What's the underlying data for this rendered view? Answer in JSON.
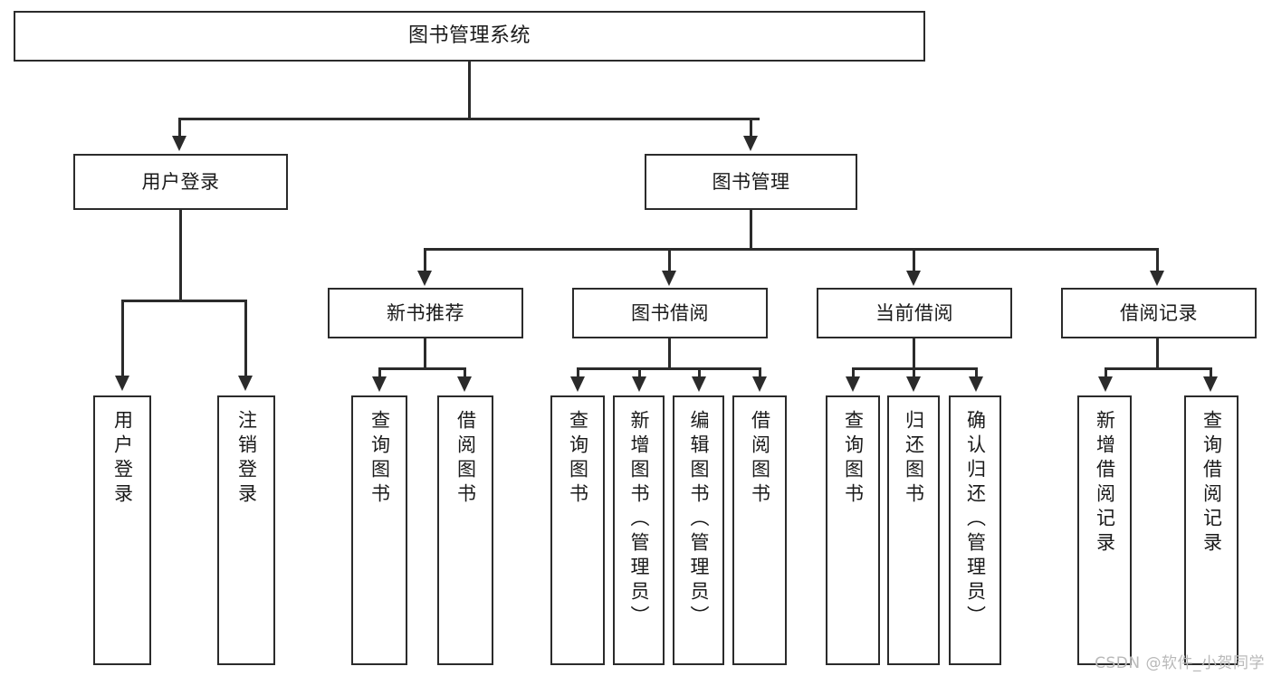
{
  "diagram": {
    "title": "图书管理系统",
    "watermark": "CSDN @软件_小贺同学",
    "type": "tree-hierarchy",
    "orientation": "top-down",
    "line_color": "#2b2b2b",
    "box_fill": "#ffffff",
    "text_color": "#1a1a1a",
    "root": {
      "label": "图书管理系统",
      "id": "node-root"
    },
    "level2": [
      {
        "id": "node-user-login",
        "label": "用户登录"
      },
      {
        "id": "node-book-manage",
        "label": "图书管理"
      }
    ],
    "level3": [
      {
        "id": "node-new-book-rec",
        "label": "新书推荐",
        "parent": "node-book-manage"
      },
      {
        "id": "node-book-borrow",
        "label": "图书借阅",
        "parent": "node-book-manage"
      },
      {
        "id": "node-current-borrow",
        "label": "当前借阅",
        "parent": "node-book-manage"
      },
      {
        "id": "node-borrow-record",
        "label": "借阅记录",
        "parent": "node-book-manage"
      }
    ],
    "leaves": {
      "user_login": [
        {
          "id": "leaf-user-login",
          "label": "用户登录"
        },
        {
          "id": "leaf-logout-login",
          "label": "注销登录"
        }
      ],
      "new_book_rec": [
        {
          "id": "leaf-query-book-1",
          "label": "查询图书"
        },
        {
          "id": "leaf-borrow-book-1",
          "label": "借阅图书"
        }
      ],
      "book_borrow": [
        {
          "id": "leaf-query-book-2",
          "label": "查询图书"
        },
        {
          "id": "leaf-add-book",
          "label": "新增图书（管理员）"
        },
        {
          "id": "leaf-edit-book",
          "label": "编辑图书（管理员）"
        },
        {
          "id": "leaf-borrow-book-2",
          "label": "借阅图书"
        }
      ],
      "current_borrow": [
        {
          "id": "leaf-query-book-3",
          "label": "查询图书"
        },
        {
          "id": "leaf-return-book",
          "label": "归还图书"
        },
        {
          "id": "leaf-confirm-return",
          "label": "确认归还（管理员）"
        }
      ],
      "borrow_record": [
        {
          "id": "leaf-add-record",
          "label": "新增借阅记录"
        },
        {
          "id": "leaf-query-record",
          "label": "查询借阅记录"
        }
      ]
    }
  }
}
